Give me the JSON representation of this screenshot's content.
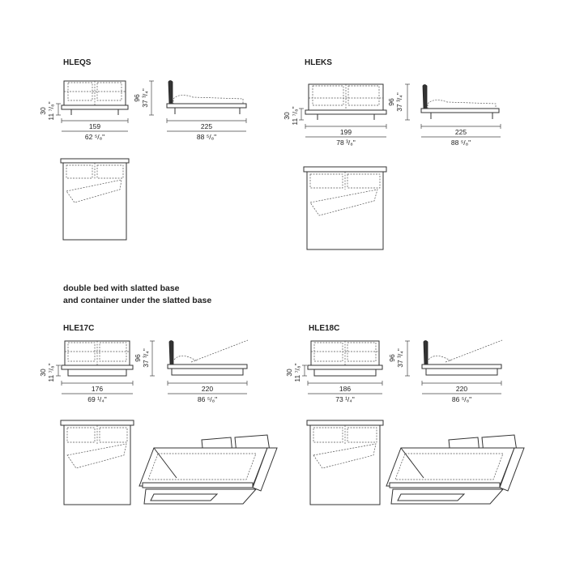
{
  "models": {
    "hleqs": {
      "code": "HLEQS",
      "height_cm": "30",
      "height_in": "11 ⁷/₈\"",
      "headboard_cm": "96",
      "headboard_in": "37 ³/₄\"",
      "width_cm": "159",
      "width_in": "62 ⁵/₈\"",
      "length_cm": "225",
      "length_in": "88 ⁵/₈\""
    },
    "hleks": {
      "code": "HLEKS",
      "height_cm": "30",
      "height_in": "11 ⁷/₈\"",
      "headboard_cm": "96",
      "headboard_in": "37 ³/₄\"",
      "width_cm": "199",
      "width_in": "78 ³/₈\"",
      "length_cm": "225",
      "length_in": "88 ⁵/₈\""
    },
    "hle17c": {
      "code": "HLE17C",
      "height_cm": "30",
      "height_in": "11 ⁷/₈\"",
      "headboard_cm": "96",
      "headboard_in": "37 ³/₄\"",
      "width_cm": "176",
      "width_in": "69 ¹/₄\"",
      "length_cm": "220",
      "length_in": "86 ⁵/₈\""
    },
    "hle18c": {
      "code": "HLE18C",
      "height_cm": "30",
      "height_in": "11 ⁷/₈\"",
      "headboard_cm": "96",
      "headboard_in": "37 ³/₄\"",
      "width_cm": "186",
      "width_in": "73 ¹/₄\"",
      "length_cm": "220",
      "length_in": "86 ⁵/₈\""
    }
  },
  "section": {
    "line1": "double bed with slatted base",
    "line2": "and container under the slatted base"
  }
}
